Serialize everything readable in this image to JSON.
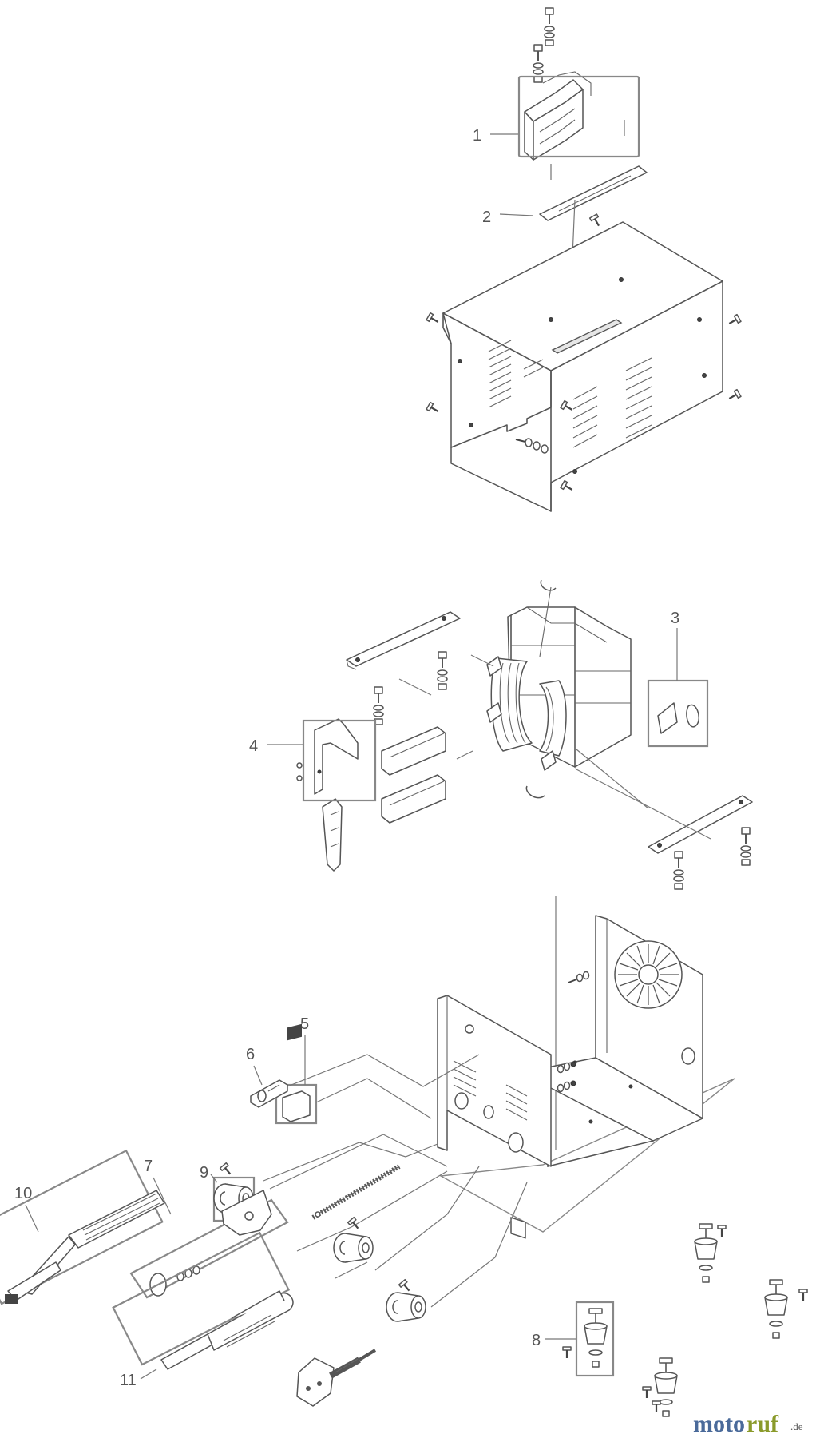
{
  "diagram": {
    "callouts": [
      {
        "id": "1",
        "label": "1"
      },
      {
        "id": "2",
        "label": "2"
      },
      {
        "id": "3",
        "label": "3"
      },
      {
        "id": "4",
        "label": "4"
      },
      {
        "id": "5",
        "label": "5"
      },
      {
        "id": "6",
        "label": "6"
      },
      {
        "id": "7",
        "label": "7"
      },
      {
        "id": "8",
        "label": "8"
      },
      {
        "id": "9",
        "label": "9"
      },
      {
        "id": "10",
        "label": "10"
      },
      {
        "id": "11",
        "label": "11"
      }
    ]
  },
  "watermark": {
    "brand_a": "moto",
    "brand_b": "ruf",
    "suffix": ".de"
  }
}
